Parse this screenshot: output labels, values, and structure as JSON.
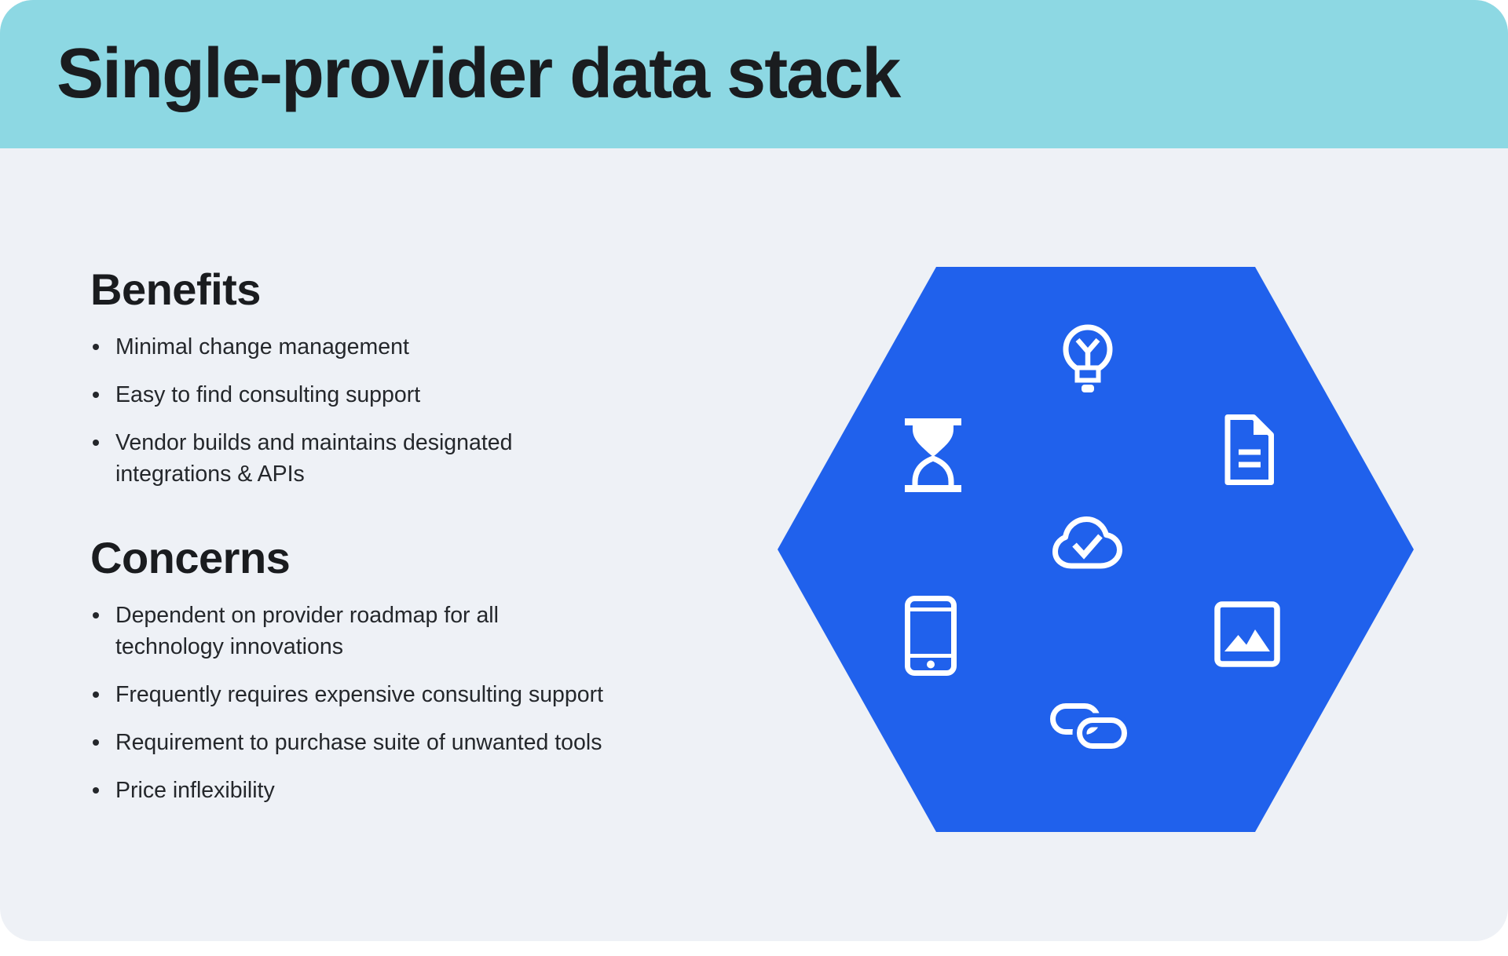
{
  "header": {
    "title": "Single-provider data stack"
  },
  "sections": {
    "benefits": {
      "heading": "Benefits",
      "items": [
        "Minimal change management",
        "Easy to find consulting support",
        "Vendor builds and maintains designated\nintegrations & APIs"
      ]
    },
    "concerns": {
      "heading": "Concerns",
      "items": [
        "Dependent on provider roadmap for all\ntechnology innovations",
        "Frequently requires expensive consulting support",
        "Requirement to purchase suite of unwanted tools",
        "Price inflexibility"
      ]
    }
  },
  "hexagon": {
    "icons": [
      "idea-icon",
      "hourglass-icon",
      "document-icon",
      "cloud-check-icon",
      "smartphone-icon",
      "image-icon",
      "link-icon"
    ]
  },
  "colors": {
    "header_teal": "#8dd8e3",
    "hexagon_blue": "#2061ec",
    "canvas_bg": "#eef1f6",
    "page_bg": "#ffffff",
    "icon_white": "#ffffff",
    "text_dark": "#24272b"
  }
}
